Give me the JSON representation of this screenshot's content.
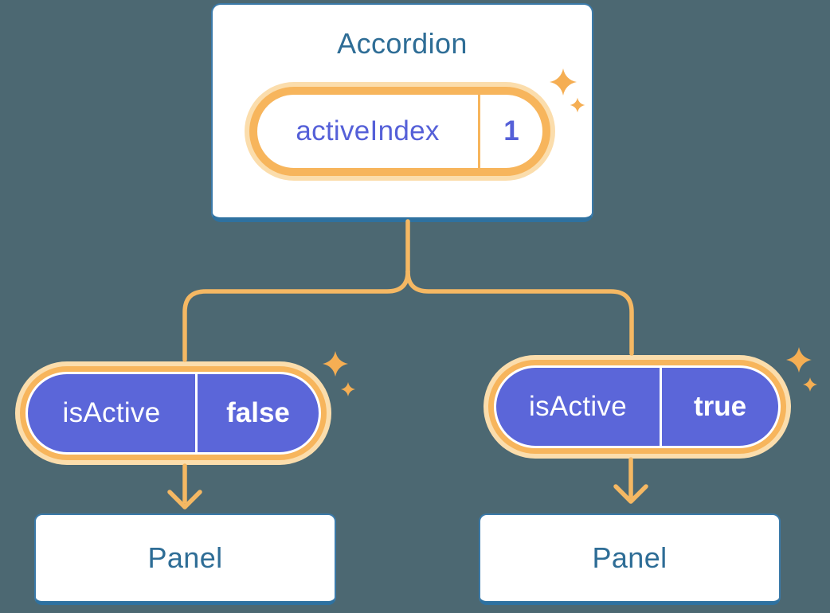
{
  "accordion": {
    "title": "Accordion",
    "state_pill": {
      "label": "activeIndex",
      "value": "1"
    }
  },
  "children": [
    {
      "prop_pill": {
        "label": "isActive",
        "value": "false"
      },
      "panel_title": "Panel"
    },
    {
      "prop_pill": {
        "label": "isActive",
        "value": "true"
      },
      "panel_title": "Panel"
    }
  ],
  "colors": {
    "background": "#4C6872",
    "card_bg": "#FFFFFF",
    "card_border": "#3B7AA9",
    "card_border_bottom": "#2E71A0",
    "heading_text": "#2E6D96",
    "pill_purple": "#5B66D9",
    "pill_text": "#FFFFFF",
    "state_text": "#5560D8",
    "orange_ring": "#F7B55C",
    "peach_glow": "#FBDDAC",
    "connector": "#F5B863",
    "sparkle": "#F5AE53"
  }
}
